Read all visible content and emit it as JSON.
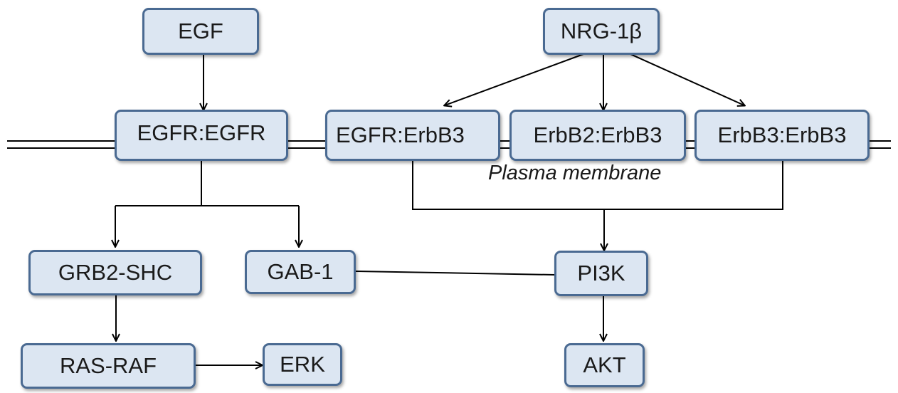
{
  "nodes": {
    "egf": "EGF",
    "nrg": "NRG-1β",
    "egfr_egfr": "EGFR:EGFR",
    "egfr_erbb3": "EGFR:ErbB3",
    "erbb2_erbb3": "ErbB2:ErbB3",
    "erbb3_erbb3": "ErbB3:ErbB3",
    "grb2_shc": "GRB2-SHC",
    "gab1": "GAB-1",
    "pi3k": "PI3K",
    "ras_raf": "RAS-RAF",
    "erk": "ERK",
    "akt": "AKT"
  },
  "membrane_label": "Plasma membrane",
  "colors": {
    "node_fill": "#dce6f2",
    "node_border": "#4a6a92",
    "line": "#000000"
  }
}
